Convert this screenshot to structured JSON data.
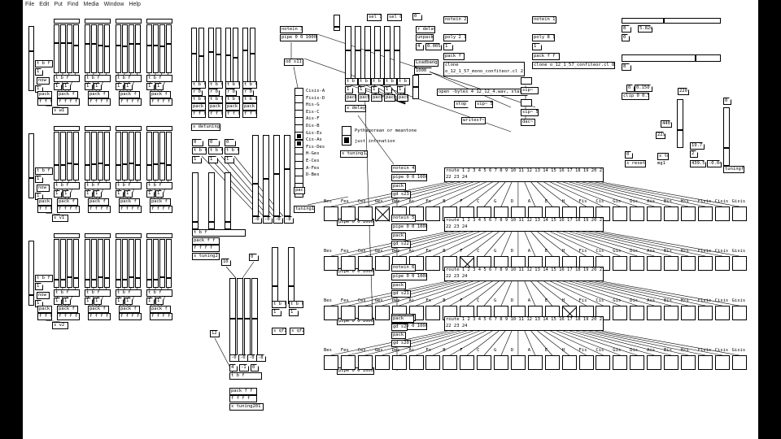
{
  "menu": [
    "File",
    "Edit",
    "Put",
    "Find",
    "Media",
    "Window",
    "Help"
  ],
  "groups": {
    "w1": {
      "send": "s w1",
      "sliders": [
        0.62,
        0.62,
        0.62,
        0.58,
        0.6,
        0.6,
        0.58,
        0.56,
        0.58,
        0.56,
        0.6,
        0.6,
        0.58,
        0.58,
        0.55,
        0.6
      ]
    },
    "v1": {
      "send": "s v1",
      "sliders": [
        0.3,
        0.3,
        0.34,
        0.32,
        0.3,
        0.32,
        0.34,
        0.3,
        0.3,
        0.32,
        0.34,
        0.3,
        0.3,
        0.32,
        0.34,
        0.3
      ]
    },
    "v2": {
      "send": "s v2",
      "sliders": [
        0.15,
        0.15,
        0.2,
        0.18,
        0.15,
        0.15,
        0.2,
        0.18,
        0.15,
        0.15,
        0.2,
        0.18,
        0.15,
        0.15,
        0.2,
        0.18
      ]
    }
  },
  "left_strip": {
    "now": "now",
    "tbf": "t b f",
    "one": "1",
    "pack": "pack f f",
    "ffff": "f f f f"
  },
  "detuning": {
    "send": "s detuning",
    "rows": [
      "t b f",
      "r 0",
      "t b f",
      "pack f f",
      "f f f f"
    ],
    "sliders": [
      0.55,
      0.58,
      0.52,
      0.6
    ]
  },
  "tuning2": {
    "send": "s tuning2",
    "pack": "pack f f f",
    "ffff": "f f f f",
    "tbf": "t b f"
  },
  "tuning201": {
    "send": "s tuning201",
    "pack": "pack f f",
    "ffff": "f f f f",
    "values": [
      "-0",
      "-0",
      "-0",
      "-8",
      "4",
      "-1",
      "0"
    ],
    "ten": "10",
    "twelve": "12",
    "zero": "0"
  },
  "qf": {
    "qf1": "s qf1",
    "qf2": "s qf2",
    "tbf": "t b f"
  },
  "notein3": {
    "notein": "notein 3",
    "pipe": "pipe 0 0 1000",
    "od": "od s11"
  },
  "tuning1": {
    "pac": "pac",
    "send": "tuning1"
  },
  "notenames": [
    "Cisis-A",
    "Fisis-D",
    "His-G",
    "Eis-C",
    "Ais-F",
    "Dis-B",
    "Gis-Es",
    "Cis-As",
    "Fis-Des",
    "H-Ges",
    "E-Ces",
    "A-Fes",
    "D-Bes"
  ],
  "pitch_mode": {
    "options": [
      "Pythagorean or meantone",
      "just intonation"
    ],
    "selected": 1,
    "send": "s tuning12"
  },
  "top_center": {
    "sel1": "sel 1",
    "sel0": "sel 0",
    "zero": "0",
    "rdelay": "r delay",
    "unpack": "unpack",
    "four": "4",
    "small": "0.005",
    "one": "1",
    "loadbang": "Loadbang",
    "thousand": "1000",
    "sdelay": "s delay",
    "tbf": "t b f",
    "pack": "pack"
  },
  "notein2": {
    "notein": "notein 2",
    "poly": "poly 2 1",
    "pack": "pack f f f",
    "clone": "clone",
    "clone_arg": "o_12_1_57_mono_confiteor.cl 2"
  },
  "notein1": {
    "notein": "notein 1",
    "poly": "poly 8 1",
    "pack": "pack f f f",
    "clone": "clone o_12_1_57_confiteor.cl 8"
  },
  "open_msg": "open -bytes 4 12_12_4.wav, start",
  "sfwrite": {
    "stop": "stop",
    "sip5": "sip~ 5",
    "writesf": "writesf~",
    "dac": "dac~",
    "sip1": "sip~",
    "sip2": "sip~ 5"
  },
  "right_panel": {
    "v1": "5.820",
    "v2": "0.150",
    "clip": "clip 0 0.5",
    "n220": "220",
    "n440": "440",
    "n229": "229",
    "x19": "19.7",
    "x4395": "439.5",
    "neg": "-0.04",
    "zero": "0",
    "reset": "s reset",
    "tuning": "s tuni",
    "mg": "mg1",
    "tuningf": "tuningf",
    "eight": "8",
    "two": "2"
  },
  "channels": [
    {
      "notein": "notein 4",
      "pipe": "pipe 0 0 1000",
      "pack": "pack",
      "gd": "gd s23",
      "route": "route 1 2 3 4 5 6 7 8 9 10 11 12 13 14 15 16 17 18 19 20 21",
      "route2": "22 23 24",
      "active": 3
    },
    {
      "notein": "notein 5",
      "pipe": "pipe 0 0 1000",
      "pack": "pack",
      "gd": "gd s22",
      "route": "route 1 2 3 4 5 6 7 8 9 10 11 12 13 14 15 16 17 18 19 20 21",
      "route2": "22 23 24",
      "active": 8
    },
    {
      "notein": "notein 6",
      "pipe": "pipe 0 0 1000",
      "pack": "pack",
      "gd": "gd s21",
      "route": "route 1 2 3 4 5 6 7 8 9 10 11 12 13 14 15 16 17 18 19 20 21",
      "route2": "22 23 24",
      "active": 14
    },
    {
      "notein": "notein 7",
      "pipe": "pipe 0 0 1000",
      "pack": "pack",
      "gd": "gd s20",
      "route": "route 1 2 3 4 5 6 7 8 9 10 11 12 13 14 15 16 17 18 19 20 21",
      "route2": "22 23 24",
      "active": -1
    }
  ],
  "pitch_labels": [
    "Bes",
    "Fes",
    "Ces",
    "Ges",
    "Des",
    "As",
    "Es",
    "B",
    "F",
    "C",
    "G",
    "D",
    "A",
    "E",
    "H",
    "Fis",
    "Cis",
    "Gis",
    "Dis",
    "Ais",
    "Eis",
    "His",
    "Fisis",
    "Cisis",
    "Gisis"
  ]
}
